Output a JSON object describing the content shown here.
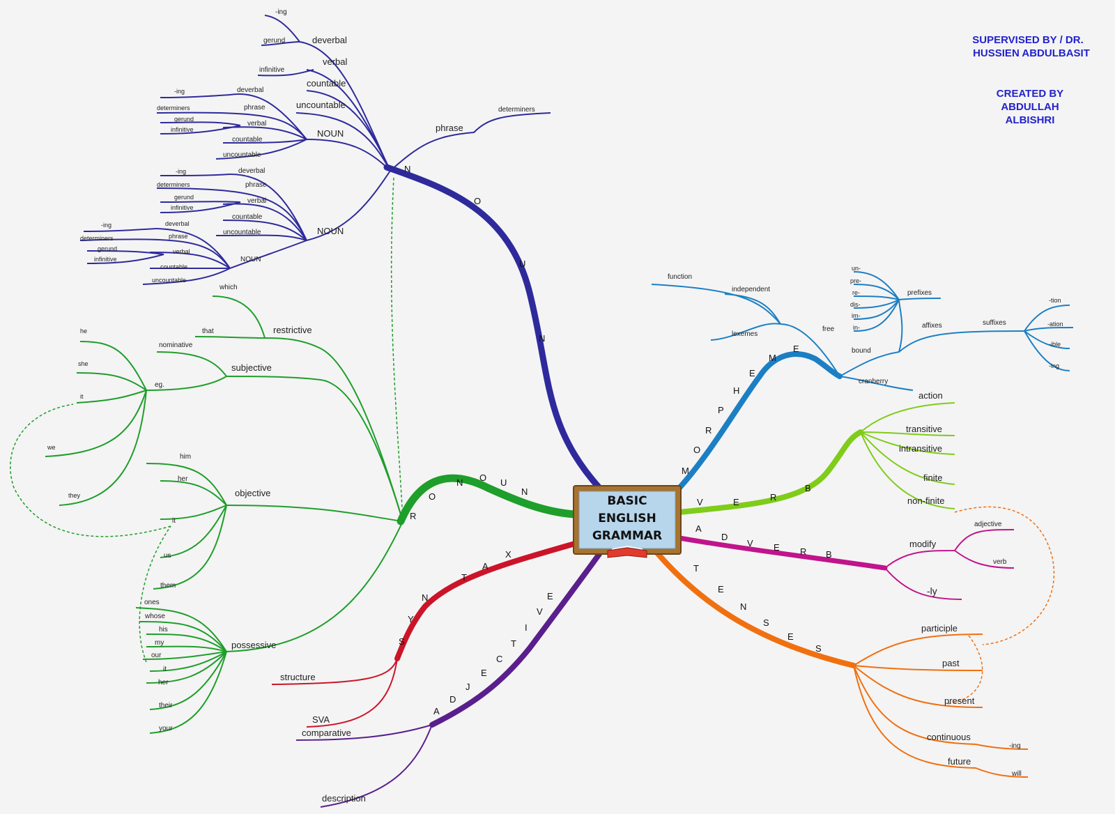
{
  "credits": {
    "supervised_line1": "SUPERVISED BY / DR.",
    "supervised_line2": "HUSSIEN ABDULBASIT",
    "created_line1": "CREATED BY",
    "created_line2": "ABDULLAH",
    "created_line3": "ALBISHRI"
  },
  "center": {
    "line1": "BASIC",
    "line2": "ENGLISH",
    "line3": "GRAMMAR"
  },
  "colors": {
    "noun": "#2e2a9c",
    "pronoun": "#1e9e2a",
    "morpheme": "#1c7fc4",
    "verb": "#7fcc1a",
    "adverb": "#c0148c",
    "tenses": "#f07010",
    "syntax": "#cc1428",
    "adjective": "#5a1f8c"
  },
  "branches": {
    "noun": {
      "spelled": [
        "N",
        "O",
        "U",
        "N"
      ],
      "level1": [
        "deverbal",
        "verbal",
        "countable",
        "uncountable",
        "phrase"
      ],
      "deverbal_sub": "-ing",
      "verbal_sub": [
        "gerund",
        "infinitive"
      ],
      "phrase_sub": "determiners",
      "noun_groups": [
        {
          "label": "NOUN",
          "items": [
            "deverbal",
            "phrase",
            "verbal",
            "countable",
            "uncountable"
          ],
          "deverbal_sub": "-ing",
          "phrase_sub": "determiners",
          "verbal_sub": [
            "gerund",
            "infinitive"
          ]
        },
        {
          "label": "NOUN",
          "items": [
            "deverbal",
            "phrase",
            "verbal",
            "countable",
            "uncountable"
          ],
          "deverbal_sub": "-ing",
          "phrase_sub": "determiners",
          "verbal_sub": [
            "gerund",
            "infinitive"
          ]
        },
        {
          "label": "NOUN",
          "items": [
            "deverbal",
            "phrase",
            "verbal",
            "countable",
            "uncountable"
          ],
          "deverbal_sub": "-ing",
          "phrase_sub": "determiners",
          "verbal_sub": [
            "gerund",
            "infinitive"
          ]
        }
      ]
    },
    "pronoun": {
      "spelled": [
        "R",
        "O",
        "N",
        "O",
        "U",
        "N"
      ],
      "restrictive": "restrictive",
      "restrictive_sub": [
        "which",
        "that"
      ],
      "subjective": "subjective",
      "subjective_sub": [
        "nominative",
        "eg."
      ],
      "eg_items": [
        "he",
        "she",
        "it",
        "we",
        "they"
      ],
      "objective": "objective",
      "objective_items": [
        "him",
        "her",
        "it",
        "us",
        "them"
      ],
      "possessive": "possessive",
      "possessive_items": [
        "ones",
        "whose",
        "his",
        "my",
        "our",
        "it",
        "her",
        "their",
        "your"
      ]
    },
    "morpheme": {
      "spelled": [
        "M",
        "O",
        "R",
        "P",
        "H",
        "E",
        "M",
        "E"
      ],
      "free": "free",
      "free_items": [
        "function",
        "independent",
        "lexemes"
      ],
      "bound": "bound",
      "cranberry": "cranberry",
      "affixes": "affixes",
      "prefixes": "prefixes",
      "prefix_items": [
        "un-",
        "pre-",
        "re-",
        "dis-",
        "im-",
        "in-"
      ],
      "suffixes": "suffixes",
      "suffix_items": [
        "-tion",
        "-ation",
        "-ible",
        "-ing"
      ]
    },
    "verb": {
      "spelled": [
        "V",
        "E",
        "R",
        "B"
      ],
      "items": [
        "action",
        "transitive",
        "intransitive",
        "finite",
        "non-finite"
      ]
    },
    "adverb": {
      "spelled": [
        "A",
        "D",
        "V",
        "E",
        "R",
        "B"
      ],
      "modify": "modify",
      "modify_items": [
        "adjective",
        "verb"
      ],
      "ly": "-ly"
    },
    "tenses": {
      "spelled": [
        "T",
        "E",
        "N",
        "S",
        "E",
        "S"
      ],
      "items": [
        "participle",
        "past",
        "present",
        "continuous",
        "future"
      ],
      "continuous_sub": "-ing",
      "future_sub": "will"
    },
    "syntax": {
      "spelled": [
        "S",
        "Y",
        "N",
        "T",
        "A",
        "X"
      ],
      "items": [
        "structure",
        "SVA"
      ]
    },
    "adjective": {
      "spelled": [
        "A",
        "D",
        "J",
        "E",
        "C",
        "T",
        "I",
        "V",
        "E"
      ],
      "items": [
        "comparative",
        "description"
      ]
    }
  }
}
